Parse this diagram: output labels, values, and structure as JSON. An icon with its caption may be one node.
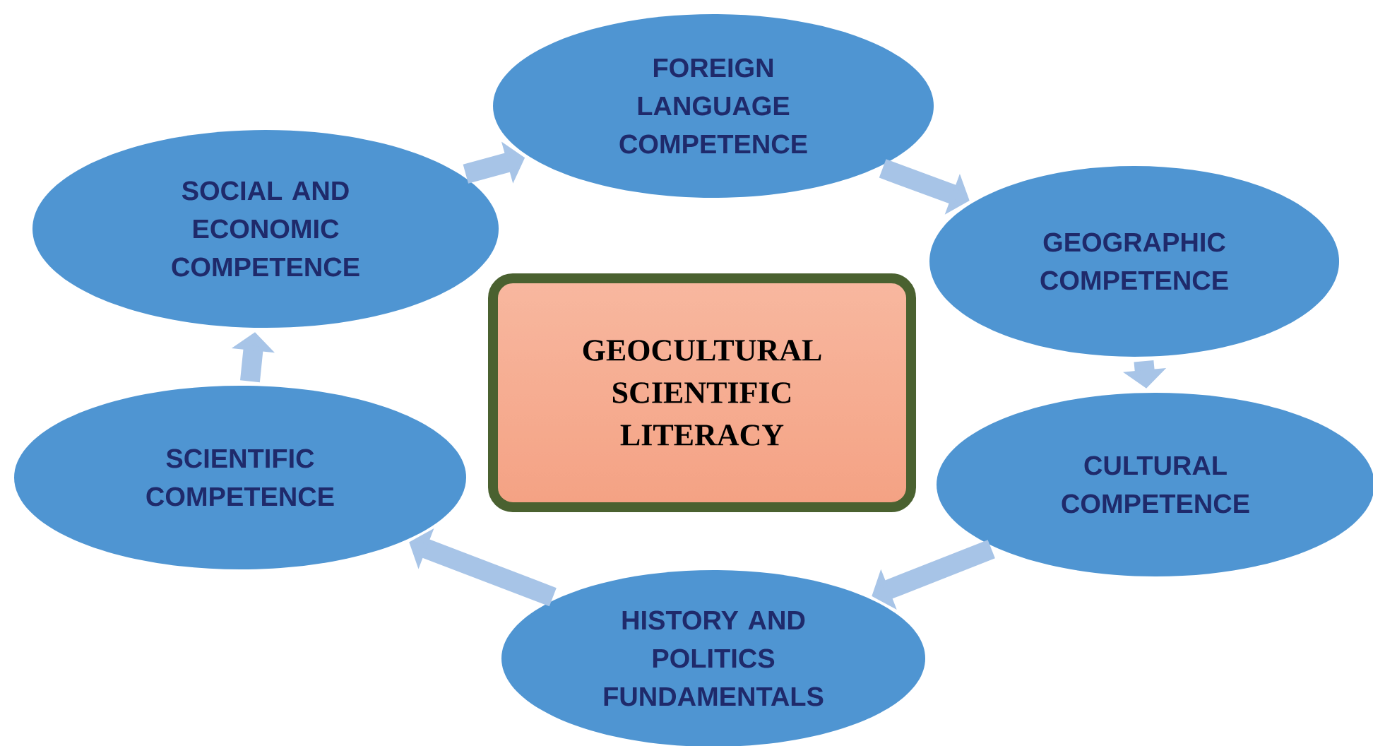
{
  "diagram": {
    "nodes": [
      {
        "text": [
          "FOREIGN LANGUAGE COMPETENCE"
        ]
      },
      {
        "text": [
          "SOCIAL AND ECONOMIC COMPETENCE"
        ]
      },
      {
        "text": [
          "GEOGRAPHIC COMPETENCE"
        ]
      },
      {
        "text": [
          "GEOCULTURAL SCIENTIFIC LITERACY"
        ]
      },
      {
        "text": [
          "SCIENTIFIC COMPETENCE"
        ]
      },
      {
        "text": [
          "CULTURAL COMPETENCE"
        ]
      },
      {
        "text": [
          "HISTORY AND POLITICS FUNDAMENTALS"
        ]
      }
    ],
    "edges": [
      {
        "from": 1,
        "to": 0,
        "arrow": "to"
      },
      {
        "from": 0,
        "to": 2,
        "arrow": "to"
      },
      {
        "from": 2,
        "to": 5,
        "arrow": "to"
      },
      {
        "from": 5,
        "to": 6,
        "arrow": "to"
      },
      {
        "from": 6,
        "to": 4,
        "arrow": "to"
      },
      {
        "from": 4,
        "to": 1,
        "arrow": "to"
      }
    ]
  }
}
